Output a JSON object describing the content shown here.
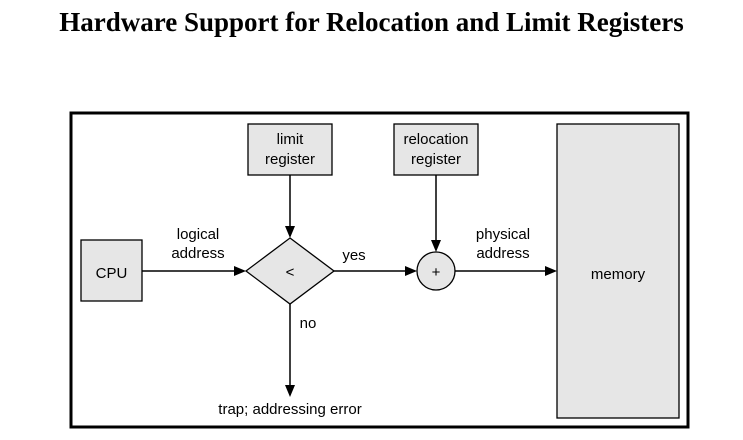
{
  "title": "Hardware Support for Relocation and Limit Registers",
  "nodes": {
    "cpu": "CPU",
    "limit_register": [
      "limit",
      "register"
    ],
    "relocation_register": [
      "relocation",
      "register"
    ],
    "comparator": "<",
    "adder": "+",
    "memory": "memory"
  },
  "edges": {
    "logical_address": [
      "logical",
      "address"
    ],
    "physical_address": [
      "physical",
      "address"
    ],
    "yes": "yes",
    "no": "no",
    "trap": "trap; addressing error"
  },
  "colors": {
    "box_fill": "#e6e6e6",
    "stroke": "#000000"
  }
}
